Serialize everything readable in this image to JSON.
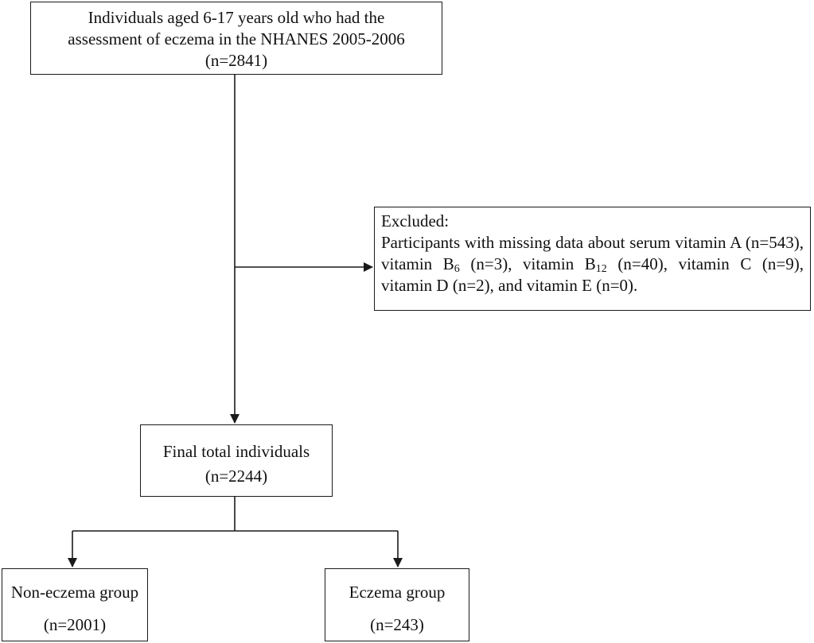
{
  "nodes": {
    "start": {
      "line1": "Individuals aged 6-17 years old who had the",
      "line2": "assessment of eczema in the NHANES 2005-2006",
      "line3": "(n=2841)"
    },
    "excluded": {
      "heading": "Excluded:",
      "t1": "Participants with missing data about serum vitamin A (n=543), vitamin B",
      "sub6": "6",
      "t2": " (n=3), vitamin B",
      "sub12": "12",
      "t3": " (n=40), vitamin C (n=9), vitamin D (n=2), and vitamin E (n=0)."
    },
    "final": {
      "label": "Final total individuals",
      "count": "(n=2244)"
    },
    "non_eczema": {
      "label": "Non-eczema group",
      "count": "(n=2001)"
    },
    "eczema": {
      "label": "Eczema group",
      "count": "(n=243)"
    }
  },
  "edges": [
    {
      "from": "start",
      "to": "final"
    },
    {
      "from": "start",
      "to": "excluded"
    },
    {
      "from": "final",
      "to": "non_eczema"
    },
    {
      "from": "final",
      "to": "eczema"
    }
  ]
}
